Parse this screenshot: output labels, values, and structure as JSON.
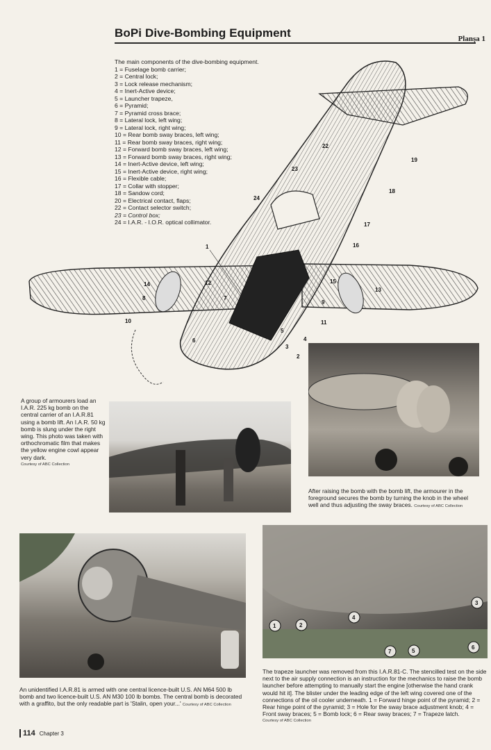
{
  "header": {
    "title": "BoPi Dive-Bombing Equipment",
    "plate": "Planşa 1"
  },
  "legend": {
    "intro": "The main components of the dive-bombing equipment.",
    "items": [
      "1 = Fuselage bomb carrier;",
      "2 = Central lock;",
      "3 = Lock release mechanism;",
      "4 = Inert-Active device;",
      "5 = Launcher trapeze,",
      "6 = Pyramid;",
      "7 = Pyramid cross brace;",
      "8 = Lateral lock, left wing;",
      "9 = Lateral lock, right wing;",
      "10 = Rear bomb sway braces, left wing;",
      "11 = Rear bomb sway braces, right wing;",
      "12 = Forward bomb sway braces, left wing;",
      "13 = Forward bomb sway braces, right wing;",
      "14 = Inert-Active device, left wing;",
      "15 = Inert-Active device, right wing;",
      "16 = Flexible cable;",
      "17 = Collar with stopper;",
      "18 = Sandow cord;",
      "20 = Electrical contact, flaps;",
      "22 = Contact selector switch;",
      "23 = Control box;",
      "24 = I.A.R. - I.O.R. optical collimator."
    ]
  },
  "diagram": {
    "callouts": [
      "1",
      "2",
      "3",
      "4",
      "5",
      "6",
      "7",
      "8",
      "9",
      "10",
      "11",
      "12",
      "13",
      "14",
      "15",
      "16",
      "17",
      "18",
      "19",
      "22",
      "23",
      "24"
    ]
  },
  "captions": {
    "armourers": "A group of armourers load an I.A.R. 225 kg bomb on the central carrier of an I.A.R.81 using a bomb lift. An I.A.R. 50 kg bomb is slung under the right wing. This photo was taken with orthochromatic film that makes the yellow engine cowl appear very dark.",
    "armourers_credit": "Courtesy of ABC Collection",
    "bomb_lift": "After raising the bomb with the bomb lift, the armourer in the foreground secures the bomb by turning the knob in the wheel well and thus adjusting the sway braces.",
    "bomb_lift_credit": "Courtesy of ABC Collection",
    "unidentified": "An unidentified I.A.R.81 is armed with one central licence-built U.S. AN M64 500 lb bomb and two licence-built U.S. AN M30 100 lb bombs. The central bomb is decorated with a graffito, but the only readable part is 'Stalin, open your...'",
    "unidentified_credit": "Courtesy of ABC Collection",
    "trapeze": "The trapeze launcher was removed from this I.A.R.81-C. The stencilled test on the side next to the air supply connection is an instruction for the mechanics to raise the bomb launcher before attempting to manually start the engine [otherwise the hand crank would hit it]. The blister under the leading edge of the left wing covered one of the connections of the oil cooler underneath. 1 = Forward hinge point of the pyramid; 2 = Rear hinge point of the pyramid; 3 = Hole for the sway brace adjustment knob; 4 = Front sway braces; 5 = Bomb lock; 6 = Rear sway braces; 7 = Trapeze latch.",
    "trapeze_credit": "Courtesy of ABC Collection"
  },
  "trapeze_photo_markers": [
    "1",
    "2",
    "3",
    "4",
    "5",
    "6",
    "7"
  ],
  "footer": {
    "page_number": "114",
    "chapter": "Chapter 3"
  }
}
